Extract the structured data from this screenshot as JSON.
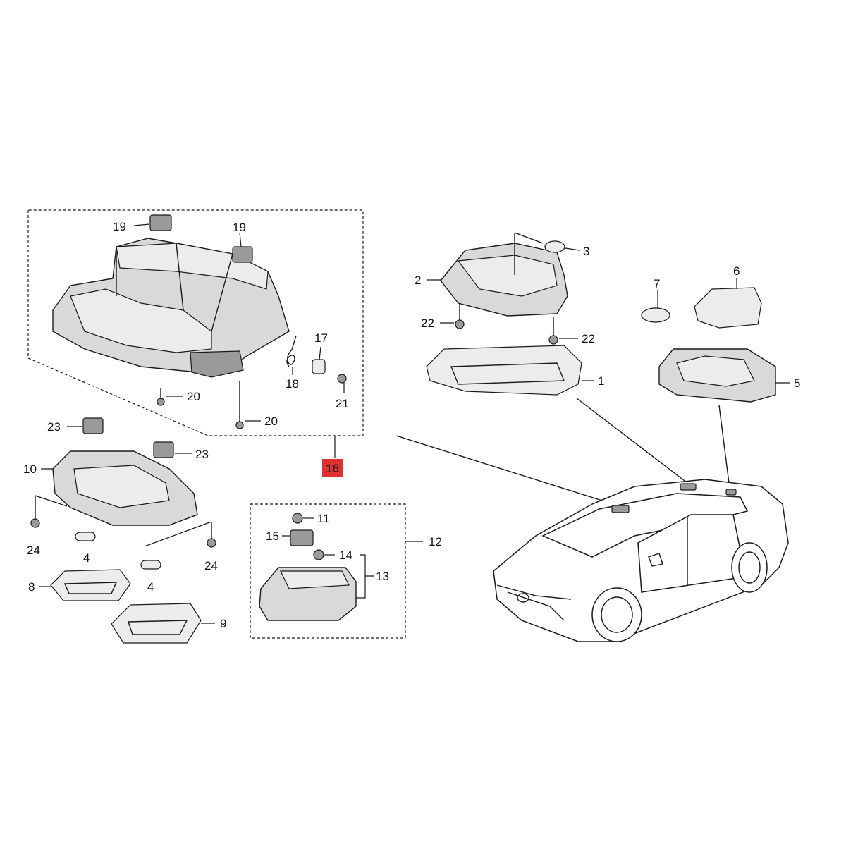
{
  "parts": {
    "p1": "1",
    "p2": "2",
    "p3": "3",
    "p4a": "4",
    "p4b": "4",
    "p5": "5",
    "p6": "6",
    "p7": "7",
    "p8": "8",
    "p9": "9",
    "p10": "10",
    "p11": "11",
    "p12": "12",
    "p13": "13",
    "p14": "14",
    "p15": "15",
    "p16": "16",
    "p17": "17",
    "p18": "18",
    "p19a": "19",
    "p19b": "19",
    "p20a": "20",
    "p20b": "20",
    "p21": "21",
    "p22a": "22",
    "p22b": "22",
    "p23a": "23",
    "p23b": "23",
    "p24a": "24",
    "p24b": "24"
  },
  "colors": {
    "highlight": "#e03030",
    "line": "#1a1a1a",
    "part_fill": "#d9d9d9"
  },
  "highlighted_part": "16"
}
